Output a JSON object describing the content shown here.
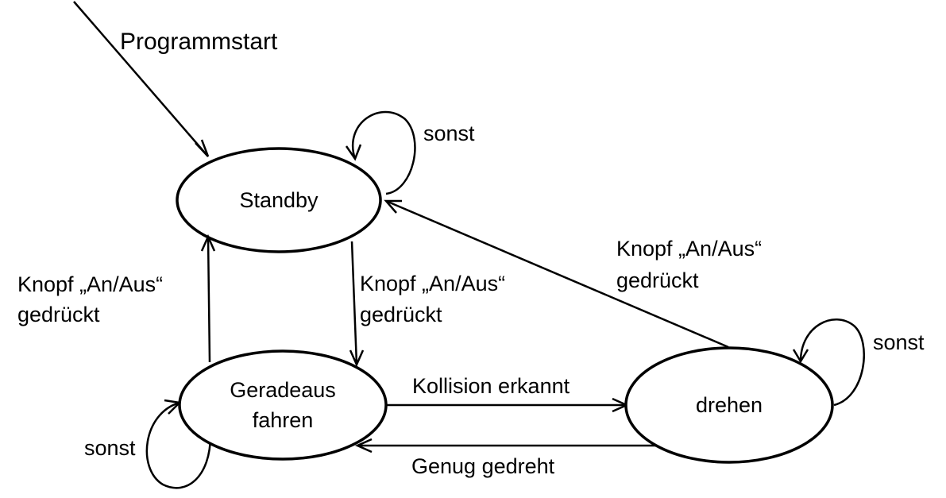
{
  "start": {
    "label": "Programmstart"
  },
  "states": {
    "standby": {
      "label": "Standby"
    },
    "geradeaus": {
      "label_line1": "Geradeaus",
      "label_line2": "fahren"
    },
    "drehen": {
      "label": "drehen"
    }
  },
  "transitions": {
    "standby_self": {
      "label": "sonst"
    },
    "standby_to_geradeaus": {
      "label_line1": "Knopf „An/Aus“",
      "label_line2": "gedrückt"
    },
    "geradeaus_to_standby": {
      "label_line1": "Knopf „An/Aus“",
      "label_line2": "gedrückt"
    },
    "drehen_to_standby": {
      "label_line1": "Knopf „An/Aus“",
      "label_line2": "gedrückt"
    },
    "geradeaus_to_drehen": {
      "label": "Kollision erkannt"
    },
    "drehen_to_geradeaus": {
      "label": "Genug gedreht"
    },
    "geradeaus_self": {
      "label": "sonst"
    },
    "drehen_self": {
      "label": "sonst"
    }
  }
}
